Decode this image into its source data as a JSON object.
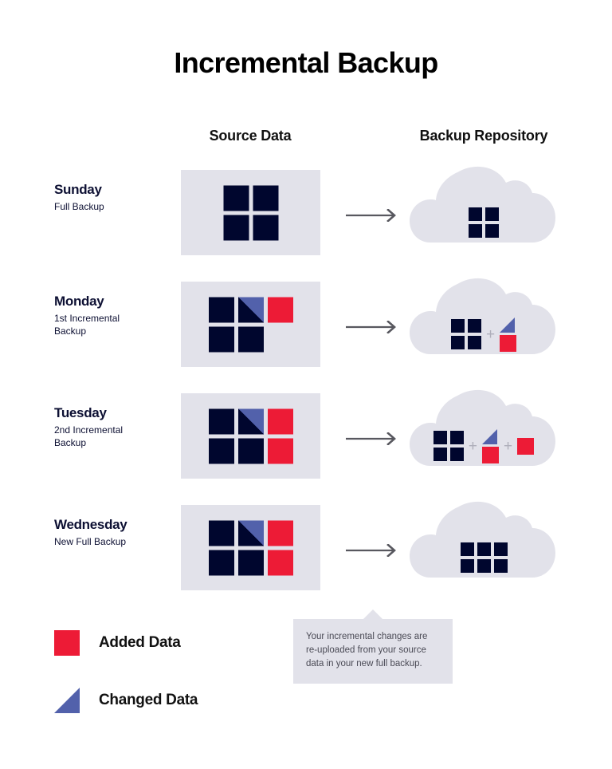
{
  "title": "Incremental Backup",
  "columns": {
    "source": "Source Data",
    "repository": "Backup Repository"
  },
  "colors": {
    "navy": "#00062e",
    "added_red": "#ed1b36",
    "changed_blue": "#5261ab",
    "panel_gray": "#e2e2ea",
    "arrow_gray": "#58585f",
    "plus_gray": "#aeaeba",
    "label_navy": "#0d1033",
    "tooltip_text": "#4a4a55"
  },
  "icons": {
    "arrow": "arrow-right-icon",
    "cloud": "cloud-icon",
    "plus": "plus-icon",
    "added": "red-square-icon",
    "changed": "blue-triangle-icon"
  },
  "rows": [
    {
      "day": "Sunday",
      "subtitle": "Full Backup",
      "source": {
        "columns": 2,
        "tiles": [
          "unchanged",
          "unchanged",
          "unchanged",
          "unchanged"
        ]
      },
      "repository": {
        "base_columns": 2,
        "base_tiles": [
          "unchanged",
          "unchanged",
          "unchanged",
          "unchanged"
        ],
        "increments": []
      }
    },
    {
      "day": "Monday",
      "subtitle": "1st Incremental Backup",
      "source": {
        "columns": 3,
        "tiles": [
          "unchanged",
          "changed",
          "added",
          "unchanged",
          "unchanged",
          "empty"
        ]
      },
      "repository": {
        "base_columns": 2,
        "base_tiles": [
          "unchanged",
          "unchanged",
          "unchanged",
          "unchanged"
        ],
        "increments": [
          {
            "changed": true,
            "added": true
          }
        ]
      }
    },
    {
      "day": "Tuesday",
      "subtitle": "2nd Incremental Backup",
      "source": {
        "columns": 3,
        "tiles": [
          "unchanged",
          "changed",
          "added",
          "unchanged",
          "unchanged",
          "added"
        ]
      },
      "repository": {
        "base_columns": 2,
        "base_tiles": [
          "unchanged",
          "unchanged",
          "unchanged",
          "unchanged"
        ],
        "increments": [
          {
            "changed": true,
            "added": true
          },
          {
            "changed": false,
            "added": true
          }
        ]
      }
    },
    {
      "day": "Wednesday",
      "subtitle": "New Full Backup",
      "source": {
        "columns": 3,
        "tiles": [
          "unchanged",
          "changed",
          "added",
          "unchanged",
          "unchanged",
          "added"
        ]
      },
      "repository": {
        "base_columns": 3,
        "base_tiles": [
          "unchanged",
          "unchanged",
          "unchanged",
          "unchanged",
          "unchanged",
          "unchanged"
        ],
        "increments": []
      }
    }
  ],
  "tooltip": {
    "text": "Your incremental changes are re-uploaded from your source data in your new full backup."
  },
  "legend": [
    {
      "label": "Added Data",
      "swatch": "square",
      "color": "#ed1b36"
    },
    {
      "label": "Changed Data",
      "swatch": "triangle",
      "color": "#5261ab"
    }
  ]
}
